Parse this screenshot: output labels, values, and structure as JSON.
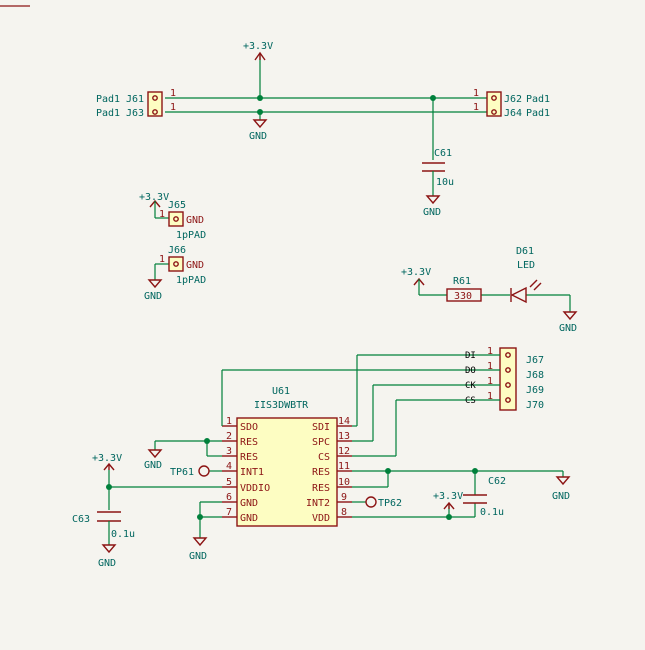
{
  "colors": {
    "background": "#f5f4ef",
    "wire": "#00803b",
    "symbol": "#8c1414",
    "body_fill": "#fdfdc2",
    "label": "#00665f"
  },
  "power": {
    "vcc": "+3.3V",
    "gnd": "GND"
  },
  "pads": [
    {
      "ref": "J61",
      "value": "Pad1",
      "pin": "1"
    },
    {
      "ref": "J63",
      "value": "Pad1",
      "pin": "1"
    },
    {
      "ref": "J62",
      "value": "Pad1",
      "pin": "1"
    },
    {
      "ref": "J64",
      "value": "Pad1",
      "pin": "1"
    }
  ],
  "single_pads": [
    {
      "ref": "J65",
      "value": "1pPAD",
      "pin": "1",
      "pin_name": "GND"
    },
    {
      "ref": "J66",
      "value": "1pPAD",
      "pin": "1",
      "pin_name": "GND"
    }
  ],
  "caps": [
    {
      "ref": "C61",
      "value": "10u"
    },
    {
      "ref": "C62",
      "value": "0.1u"
    },
    {
      "ref": "C63",
      "value": "0.1u"
    }
  ],
  "resistor": {
    "ref": "R61",
    "value": "330"
  },
  "led": {
    "ref": "D61",
    "value": "LED"
  },
  "header": [
    {
      "ref": "J67",
      "net": "DI",
      "pin": "1"
    },
    {
      "ref": "J68",
      "net": "DO",
      "pin": "1"
    },
    {
      "ref": "J69",
      "net": "CK",
      "pin": "1"
    },
    {
      "ref": "J70",
      "net": "CS",
      "pin": "1"
    }
  ],
  "ic": {
    "ref": "U61",
    "value": "IIS3DWBTR",
    "left_pins": [
      {
        "num": "1",
        "name": "SDO"
      },
      {
        "num": "2",
        "name": "RES"
      },
      {
        "num": "3",
        "name": "RES"
      },
      {
        "num": "4",
        "name": "INT1"
      },
      {
        "num": "5",
        "name": "VDDIO"
      },
      {
        "num": "6",
        "name": "GND"
      },
      {
        "num": "7",
        "name": "GND"
      }
    ],
    "right_pins": [
      {
        "num": "14",
        "name": "SDI"
      },
      {
        "num": "13",
        "name": "SPC"
      },
      {
        "num": "12",
        "name": "CS"
      },
      {
        "num": "11",
        "name": "RES"
      },
      {
        "num": "10",
        "name": "RES"
      },
      {
        "num": "9",
        "name": "INT2"
      },
      {
        "num": "8",
        "name": "VDD"
      }
    ]
  },
  "testpoints": [
    {
      "ref": "TP61"
    },
    {
      "ref": "TP62"
    }
  ]
}
